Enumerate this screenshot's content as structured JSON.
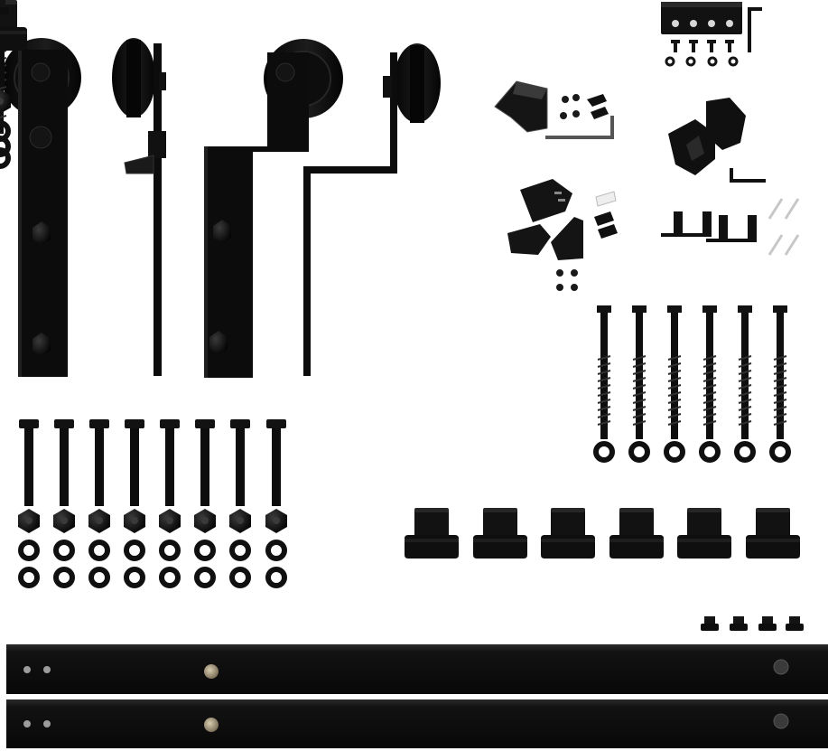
{
  "image": {
    "subject": "barn-door-hardware-kit",
    "background_color": "#ffffff",
    "hardware_color": "#0b0b0b",
    "highlight_color": "#2c2c2c",
    "metal_accent_color": "#b5a78a"
  },
  "parts": {
    "straight_hanger_count": 1,
    "offset_hanger_count": 1,
    "hanger_bolt_count": 8,
    "hanger_nut_count": 8,
    "hanger_washer_rows": 2,
    "lag_screw_count": 6,
    "spacer_count": 6,
    "rail_count": 2,
    "rail_end_stop_count": 4,
    "bracket_screw_count": 4
  }
}
